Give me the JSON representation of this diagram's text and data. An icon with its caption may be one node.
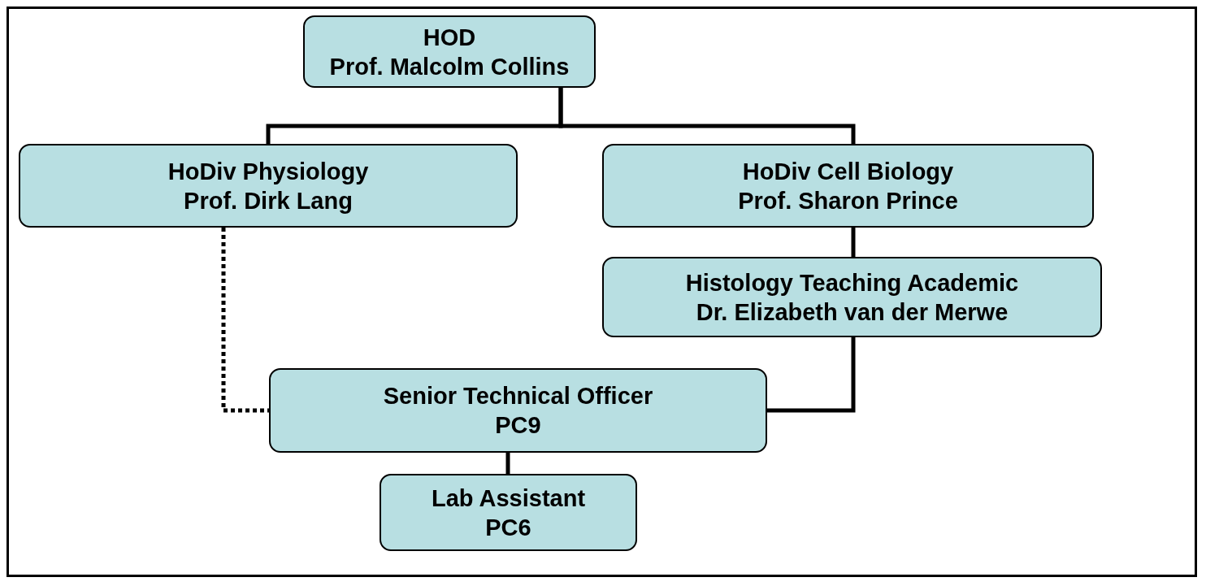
{
  "diagram": {
    "nodes": [
      {
        "text": [
          "HOD",
          "Prof. Malcolm Collins"
        ]
      },
      {
        "text": [
          "HoDiv Physiology",
          "Prof. Dirk Lang"
        ]
      },
      {
        "text": [
          "HoDiv Cell Biology",
          "Prof. Sharon Prince"
        ]
      },
      {
        "text": [
          "Histology Teaching Academic",
          "Dr. Elizabeth van der Merwe"
        ]
      },
      {
        "text": [
          "Senior Technical Officer",
          "PC9"
        ]
      },
      {
        "text": [
          "Lab Assistant",
          "PC6"
        ]
      }
    ],
    "edges": [
      {
        "from": 0,
        "to": 1,
        "arrow": "none"
      },
      {
        "from": 0,
        "to": 2,
        "arrow": "none"
      },
      {
        "from": 2,
        "to": 3,
        "arrow": "none"
      },
      {
        "from": 3,
        "to": 4,
        "arrow": "none"
      },
      {
        "from": 1,
        "to": 4,
        "arrow": "none",
        "style": "dashed"
      },
      {
        "from": 4,
        "to": 5,
        "arrow": "none"
      }
    ]
  }
}
